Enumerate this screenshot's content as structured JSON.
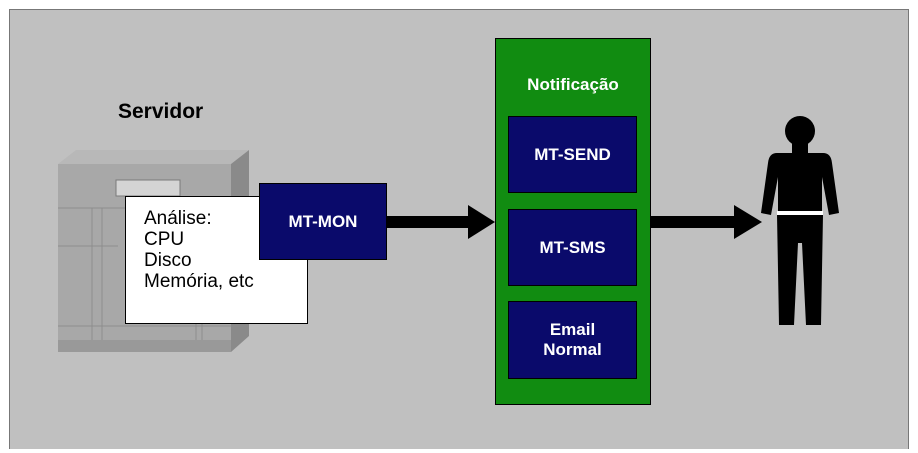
{
  "server": {
    "title": "Servidor",
    "analysis_lines": [
      "Análise:",
      "CPU",
      "Disco",
      "Memória, etc"
    ]
  },
  "monitor": {
    "label": "MT-MON"
  },
  "notification": {
    "title": "Notificação",
    "items": [
      "MT-SEND",
      "MT-SMS",
      "Email Normal"
    ]
  },
  "colors": {
    "background": "#c0c0c0",
    "navy_box": "#0a0a6b",
    "notification_panel": "#118c11",
    "arrow": "#000000"
  },
  "icons": {
    "server": "server-cabinet-icon",
    "user": "person-icon"
  }
}
